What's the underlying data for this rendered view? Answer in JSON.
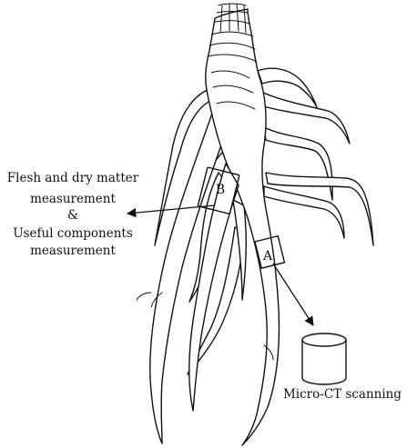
{
  "labels": {
    "left_lines": [
      "Flesh and dry matter",
      "measurement",
      "&",
      "Useful components",
      "measurement"
    ],
    "box_a": "A",
    "box_b": "B",
    "ct": "Micro-CT scanning"
  },
  "colors": {
    "line": "#111111",
    "background": "#ffffff"
  }
}
